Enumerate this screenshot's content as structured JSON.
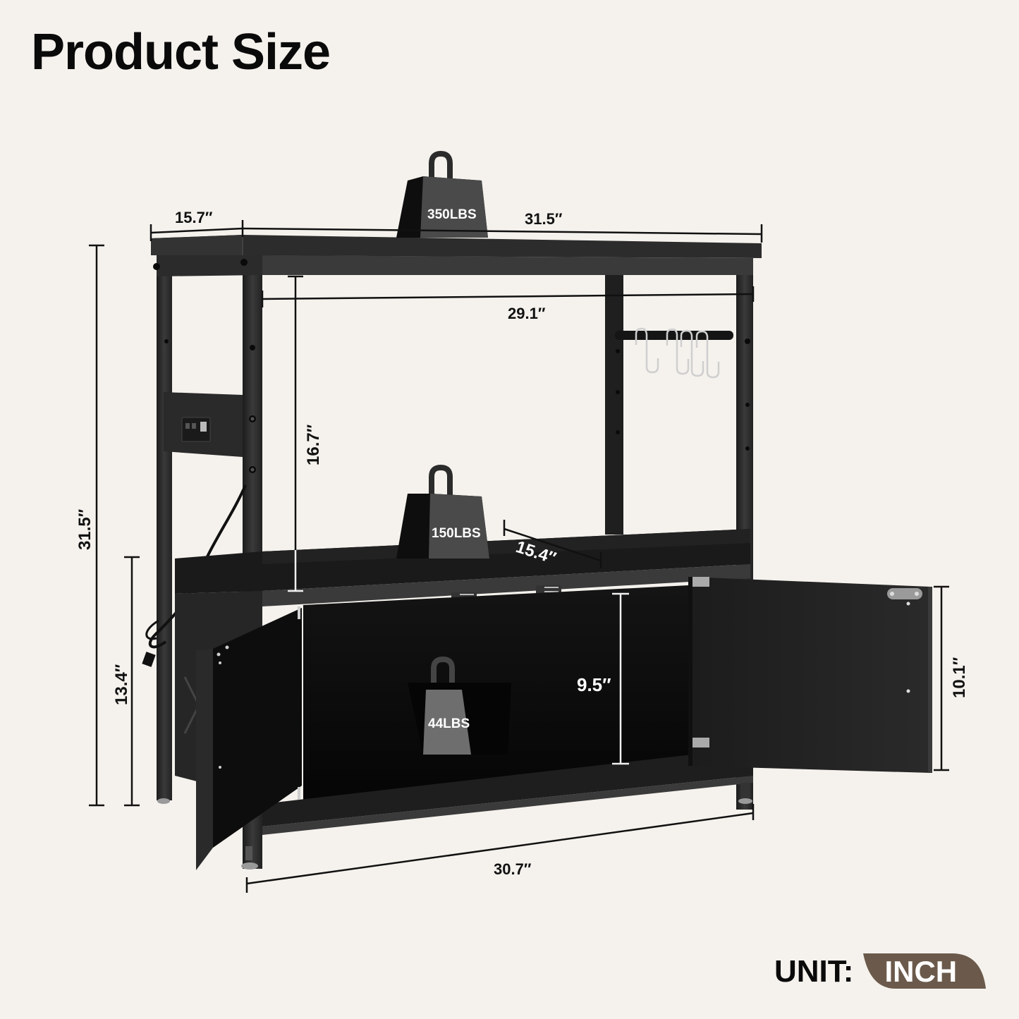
{
  "header": {
    "title": "Product Size",
    "accent_color": "#6b5a4b"
  },
  "colors": {
    "background": "#f5f2ed",
    "frame": "#2b2b2b",
    "panel": "#1a1a1a",
    "weight_face": "#4a4a4a",
    "dimension_line": "#111111",
    "dimension_line_on_dark": "#ffffff"
  },
  "dimensions": {
    "top_depth": "15.7″",
    "top_width": "31.5″",
    "inner_width": "29.1″",
    "shelf_clearance": "16.7″",
    "total_height": "31.5″",
    "cabinet_height": "13.4″",
    "shelf_depth": "15.4″",
    "cabinet_inner_height": "9.5″",
    "door_height": "10.1″",
    "base_width": "30.7″"
  },
  "weights": {
    "top": "350LBS",
    "middle": "150LBS",
    "cabinet": "44LBS"
  },
  "features": {
    "power_outlet": "power-outlet-with-usb",
    "hooks_count": 4,
    "doors": 2
  },
  "footer": {
    "unit_label": "UNIT:",
    "unit_value": "INCH"
  }
}
